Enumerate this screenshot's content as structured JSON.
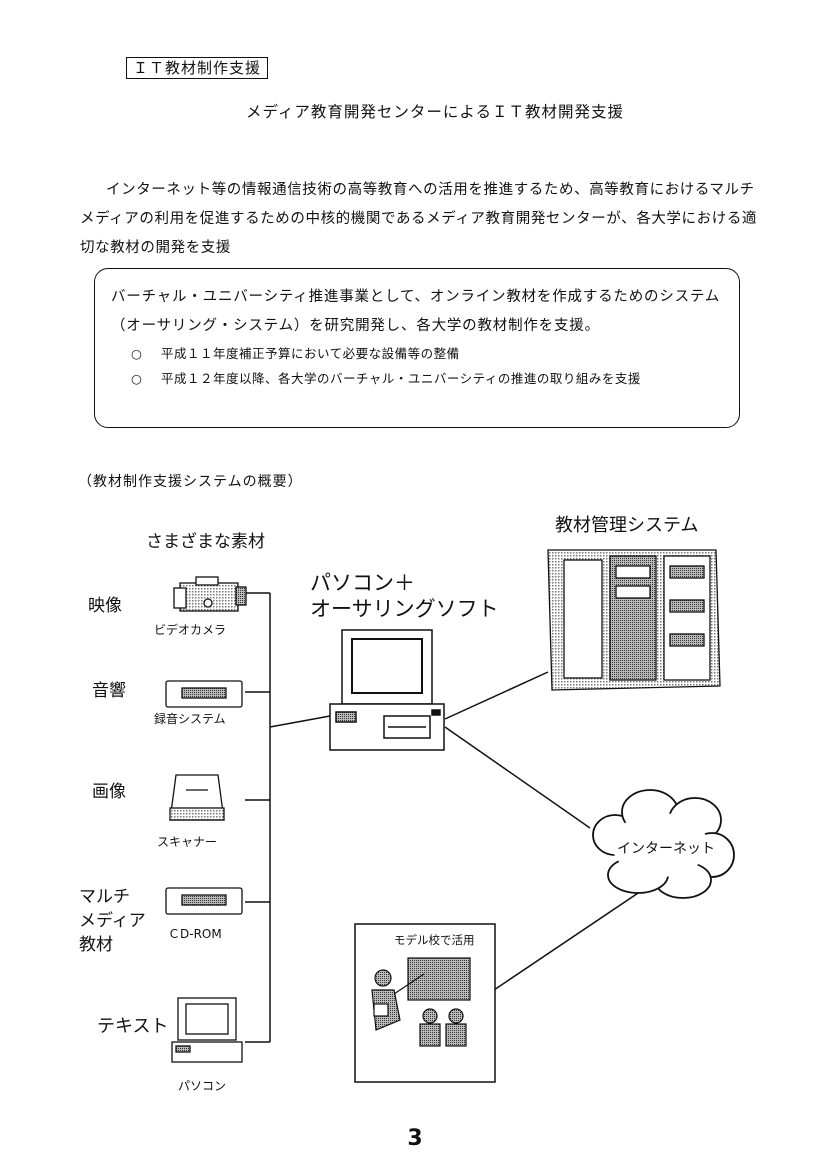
{
  "header": {
    "tag": "ＩＴ教材制作支援",
    "title": "メディア教育開発センターによるＩＴ教材開発支援"
  },
  "intro": "インターネット等の情報通信技術の高等教育への活用を推進するため、高等教育におけるマルチメディアの利用を促進するための中核的機関であるメディア教育開発センターが、各大学における適切な教材の開発を支援",
  "box": {
    "text": "バーチャル・ユニバーシティ推進事業として、オンライン教材を作成するためのシステム（オーサリング・システム）を研究開発し、各大学の教材制作を支援。",
    "bullets": [
      {
        "mark": "○",
        "text": "平成１１年度補正予算において必要な設備等の整備"
      },
      {
        "mark": "○",
        "text": "平成１２年度以降、各大学のバーチャル・ユニバーシティの推進の取り組みを支援"
      }
    ]
  },
  "overview_title": "（教材制作支援システムの概要）",
  "diagram": {
    "materials_heading": "さまざまな素材",
    "materials": [
      {
        "category": "映像",
        "device": "ビデオカメラ"
      },
      {
        "category": "音響",
        "device": "録音システム"
      },
      {
        "category": "画像",
        "device": "スキャナー"
      },
      {
        "category_lines": [
          "マルチ",
          "メディア",
          "教材"
        ],
        "device": "ＣD-ROM"
      },
      {
        "category": "テキスト",
        "device": "パソコン"
      }
    ],
    "pc_label_lines": [
      "パソコン＋",
      "オーサリングソフト"
    ],
    "server_label": "教材管理システム",
    "internet_label": "インターネット",
    "school_label": "モデル校で活用"
  },
  "page_number": "3"
}
